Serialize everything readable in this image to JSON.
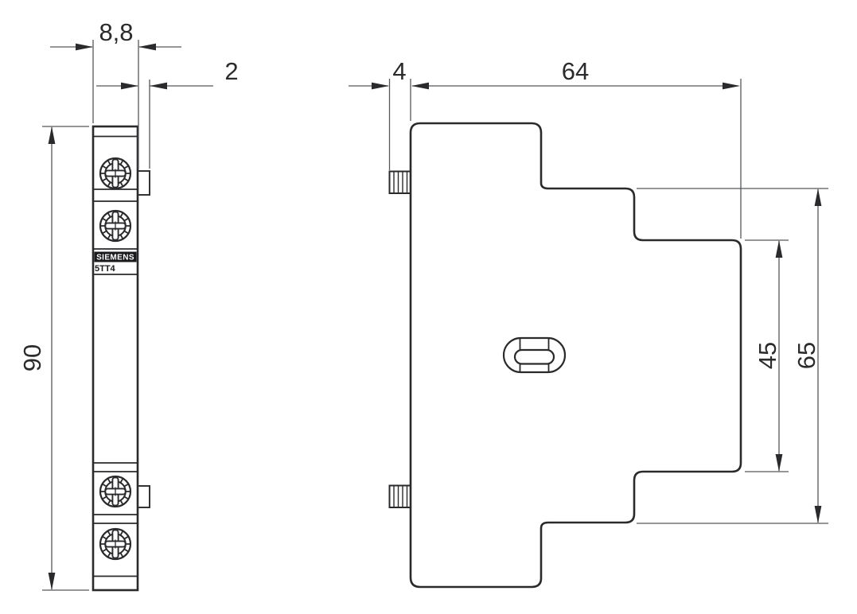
{
  "drawing": {
    "title": "dimension-drawing",
    "front_view": {
      "brand_label": "SIEMENS",
      "model_label": "5TT4",
      "dim_width": "8,8",
      "dim_tab_depth": "2",
      "dim_height": "90"
    },
    "side_view": {
      "dim_clip_depth": "4",
      "dim_depth": "64",
      "dim_front_height": "45",
      "dim_step_height": "65"
    },
    "colors": {
      "outline": "#2a2a2c",
      "dimension_line": "#55575b",
      "background": "#ffffff"
    }
  }
}
